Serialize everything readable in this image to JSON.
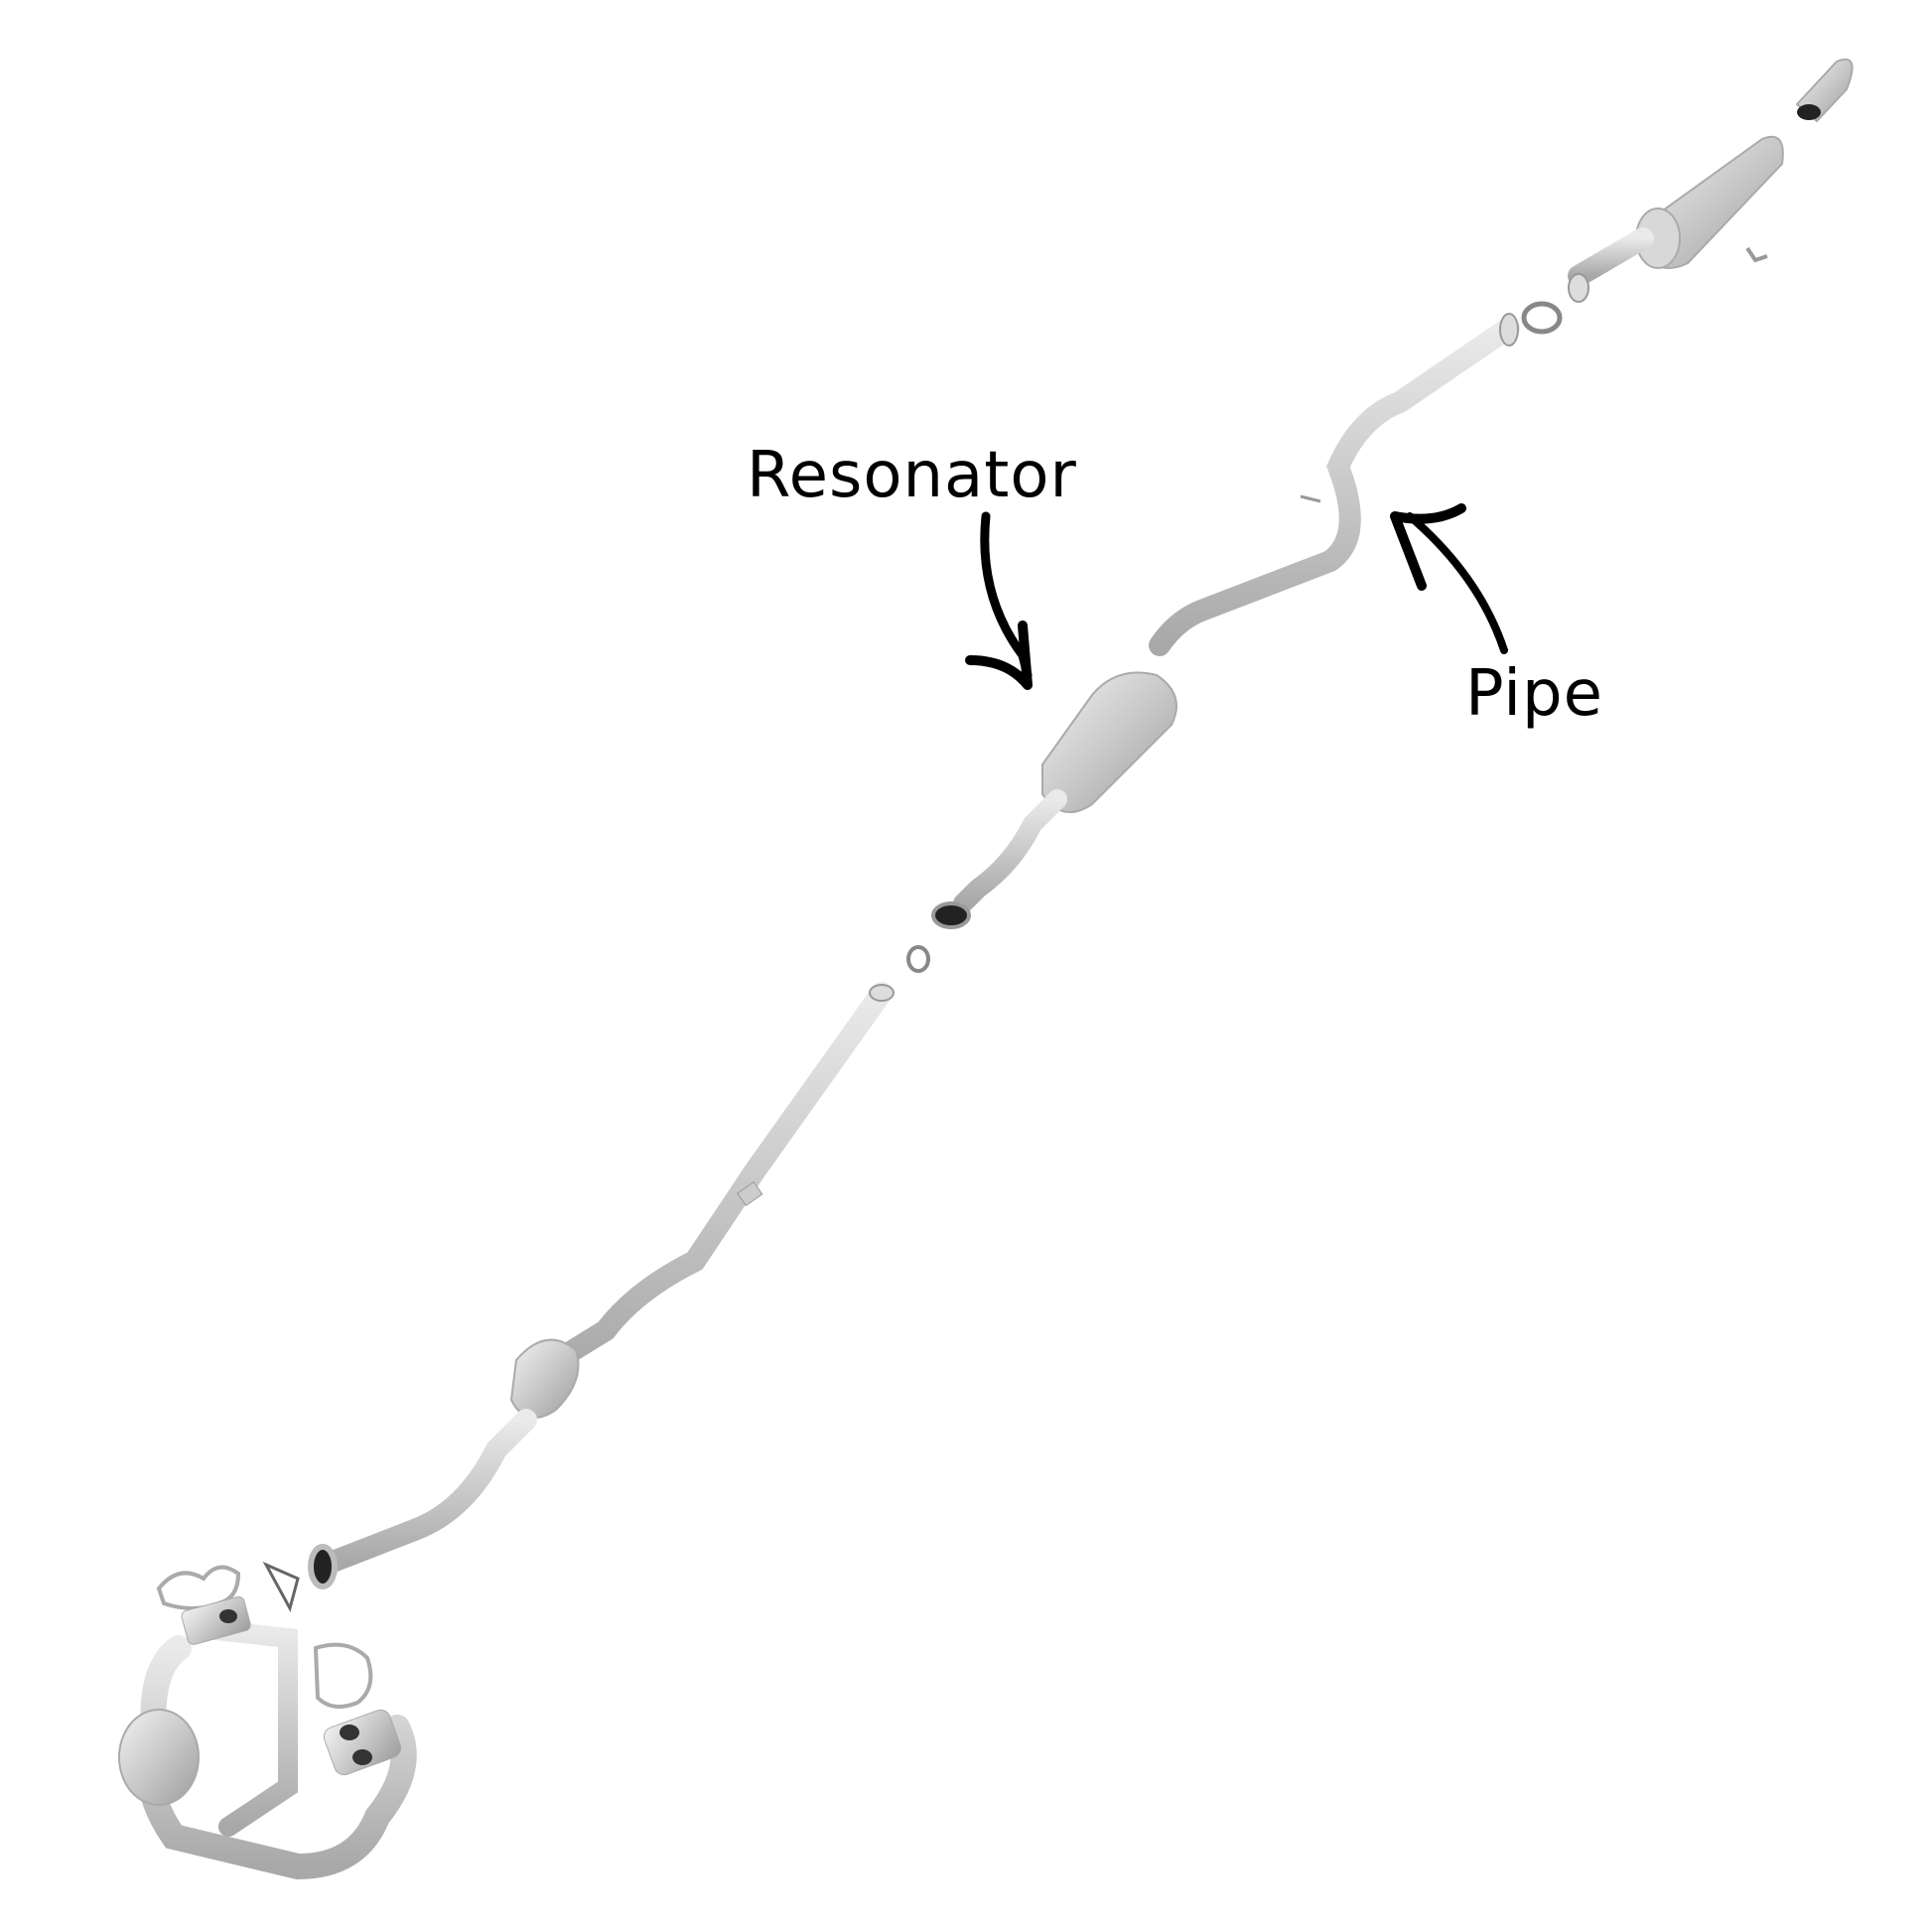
{
  "diagram": {
    "subject": "Exhaust system exploded view",
    "labels": [
      {
        "id": "resonator",
        "text": "Resonator"
      },
      {
        "id": "pipe",
        "text": "Pipe"
      }
    ],
    "components": [
      "exhaust-tip",
      "rear-muffler",
      "gasket",
      "intermediate-pipe",
      "resonator",
      "mid-pipe",
      "catalytic-converter",
      "front-pipe",
      "header-manifold"
    ],
    "colors": {
      "background": "#ffffff",
      "metal": "#c8c8c8",
      "metal_dark": "#9a9a9a",
      "annotation": "#000000"
    }
  }
}
